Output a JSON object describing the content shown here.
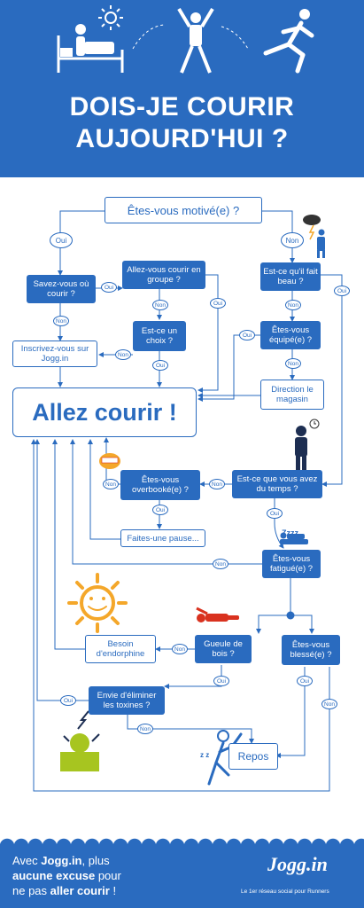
{
  "header": {
    "line1": "DOIS-JE COURIR",
    "line2": "AUJOURD'HUI ?"
  },
  "nodes": {
    "motive": "Êtes-vous motivé(e) ?",
    "savez": "Savez-vous où courir ?",
    "groupe": "Allez-vous courir en groupe ?",
    "choix": "Est-ce un choix ?",
    "inscrivez": "Inscrivez-vous sur Jogg.in",
    "beau": "Est-ce qu'il fait beau ?",
    "equipe": "Êtes-vous équipé(e) ?",
    "direction": "Direction le magasin",
    "allez": "Allez courir !",
    "temps": "Est-ce que vous avez du temps ?",
    "overbooke": "Êtes-vous overbooké(e) ?",
    "pause": "Faites-une pause...",
    "fatigue": "Êtes-vous fatigué(e) ?",
    "gueule": "Gueule de bois ?",
    "blesse": "Êtes-vous blessé(e) ?",
    "endorphine": "Besoin d'endorphine",
    "toxines": "Envie d'éliminer les toxines ?",
    "repos": "Repos"
  },
  "labels": {
    "oui": "Oui",
    "non": "Non",
    "zzz": "Zzzz"
  },
  "footer": {
    "avec": "Avec ",
    "brand": "Jogg.in",
    "plus": ", plus",
    "aucune": "aucune excuse",
    "pour": " pour",
    "nepas": "ne pas ",
    "aller": "aller courir",
    "excl": " !",
    "logo": "Jogg.in",
    "tagline": "Le 1er réseau social pour Runners"
  },
  "colors": {
    "blue": "#2a6bbf",
    "white": "#ffffff",
    "sun": "#f4a72a",
    "green": "#a7c520",
    "red": "#d9321f",
    "navy": "#1d2e52"
  }
}
